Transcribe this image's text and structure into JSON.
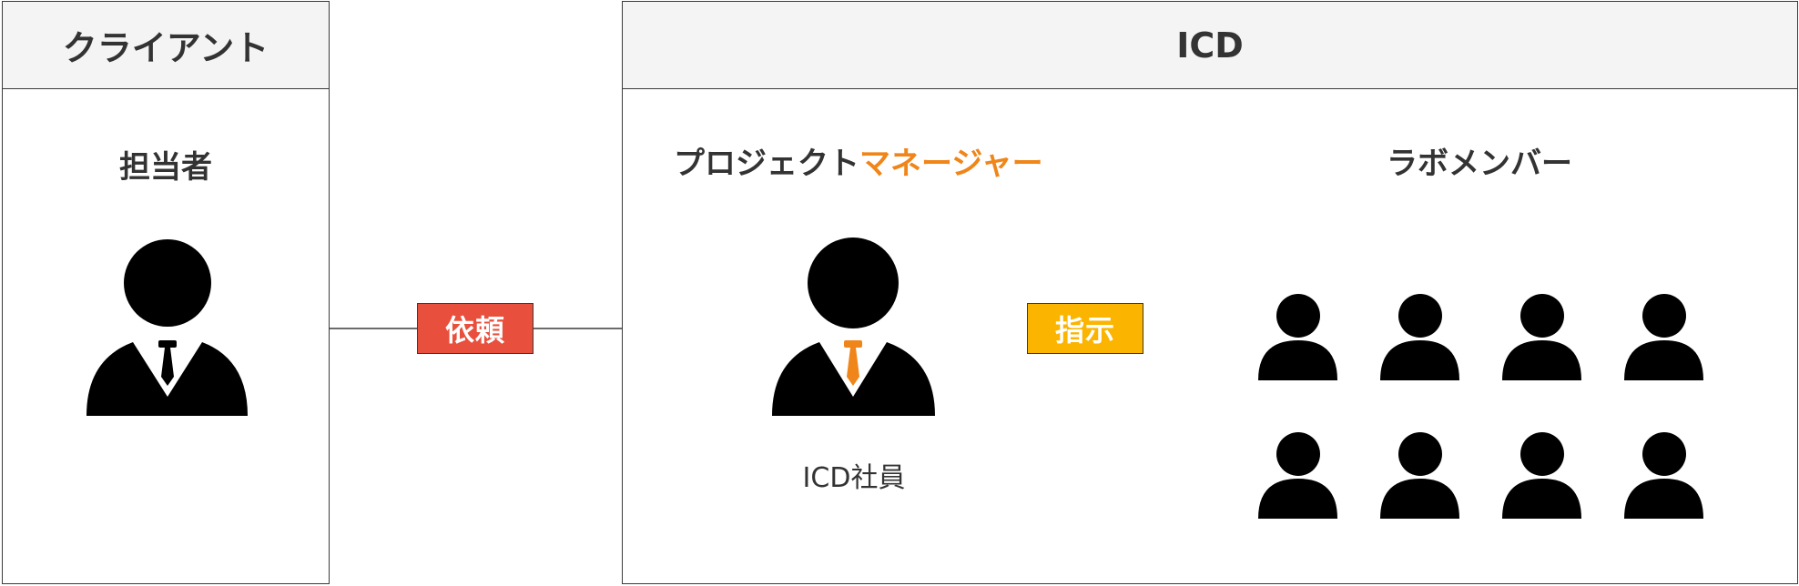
{
  "client_panel": {
    "title": "クライアント",
    "role": "担当者"
  },
  "icd_panel": {
    "title": "ICD",
    "pm_role_part1": "プロジェクト",
    "pm_role_part2": "マネージャー",
    "pm_caption": "ICD社員",
    "lab_role": "ラボメンバー",
    "lab_member_count": 8
  },
  "connections": {
    "request_label": "依頼",
    "instruct_label": "指示"
  },
  "colors": {
    "request_tag": "#e94f3d",
    "instruct_tag": "#fbb400",
    "accent_orange": "#f08519",
    "client_tie": "#000000",
    "pm_tie": "#f08519",
    "figure": "#000000"
  },
  "icons": {
    "client_person": "businessman-icon",
    "pm_person": "businessman-orange-tie-icon",
    "lab_member": "person-icon"
  }
}
